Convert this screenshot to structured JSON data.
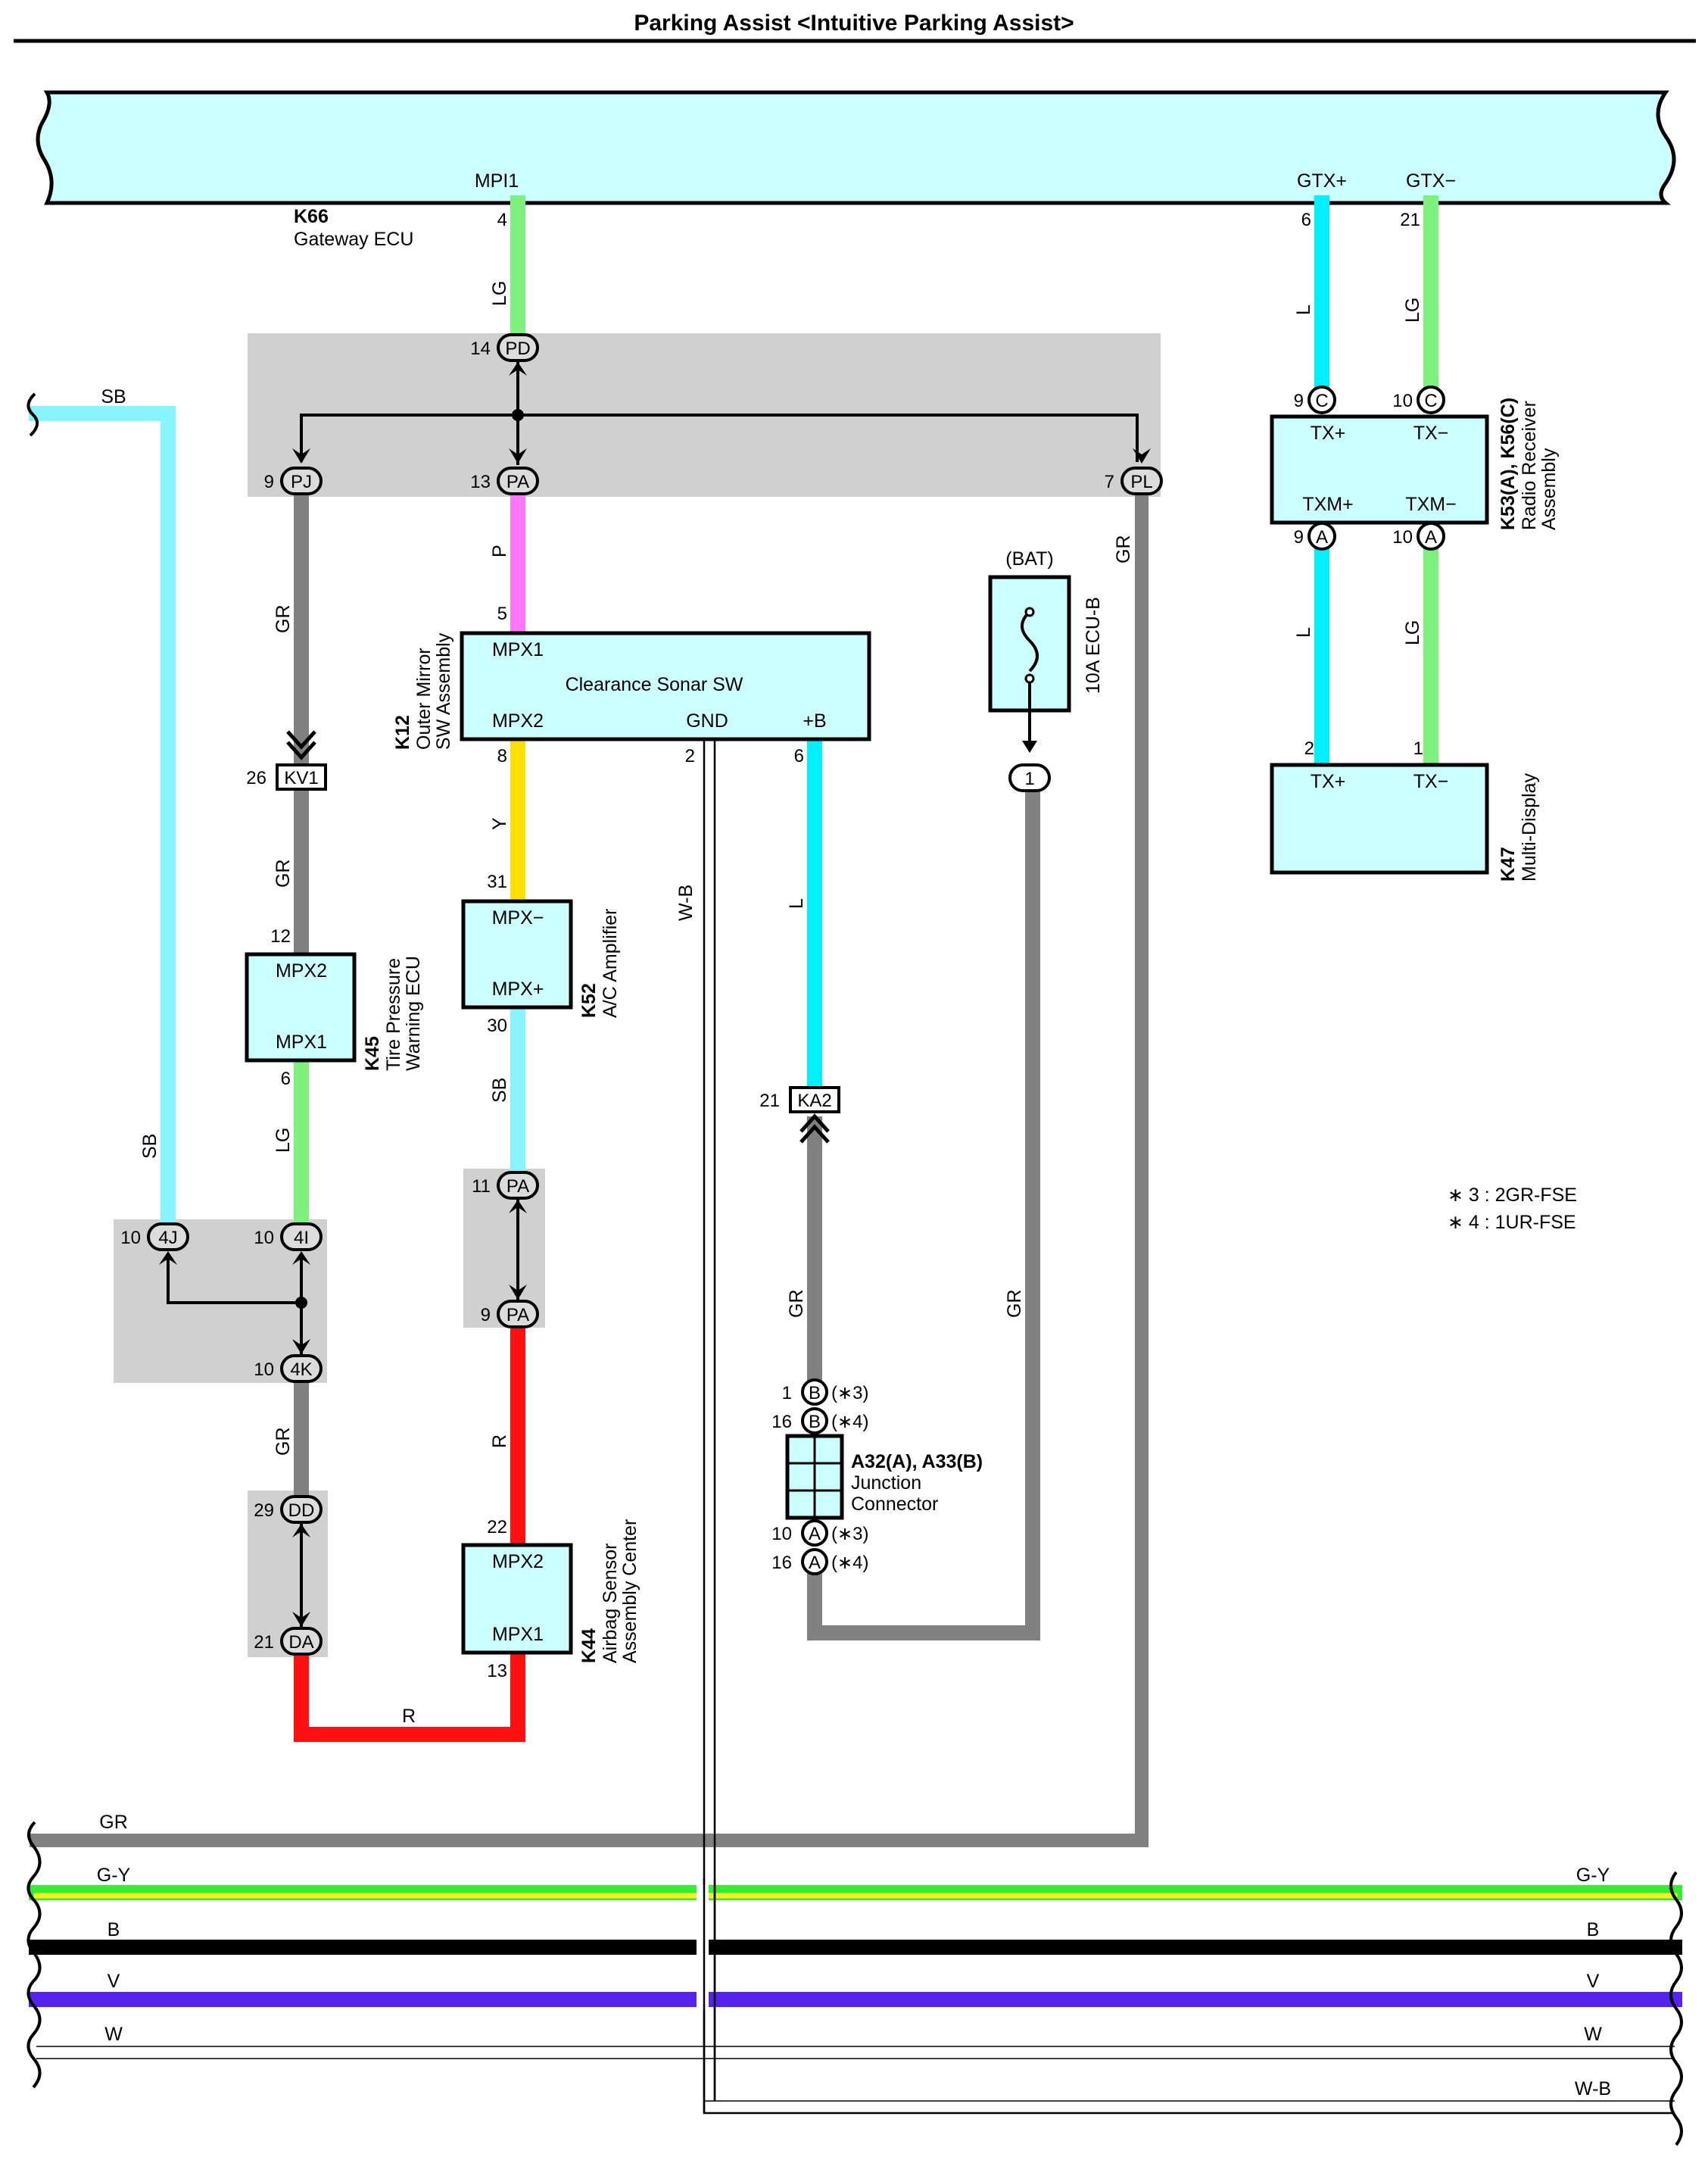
{
  "title": "Parking Assist <Intuitive Parking Assist>",
  "colors": {
    "LG": "#7ef07e",
    "L": "#00f0ff",
    "SB": "#88f4ff",
    "GR": "#808080",
    "P": "#ff77ff",
    "Y": "#ffe000",
    "R": "#ff1010",
    "G-Y_green": "#33ee33",
    "G-Y_yellow": "#f4f020",
    "B": "#000000",
    "V": "#5522ee",
    "W": "#ffffff",
    "component_fill": "#ccffff",
    "junction_fill": "#d0d0d0"
  },
  "components": {
    "gateway": {
      "code": "K66",
      "name": "Gateway ECU",
      "term_mpi1": "MPI1",
      "term_gtxp": "GTX+",
      "term_gtxm": "GTX−",
      "pin_mpi1": "4",
      "pin_gtxp": "6",
      "pin_gtxm": "21"
    },
    "radio": {
      "code": "K53(A), K56(C)",
      "name1": "Radio Receiver",
      "name2": "Assembly",
      "term_txp": "TX+",
      "term_txm": "TX−",
      "term_txmp": "TXM+",
      "term_txmm": "TXM−",
      "pin_txp": "9",
      "pin_txm": "10",
      "pin_txmp": "9",
      "pin_txmm": "10",
      "conn_c": "C",
      "conn_a": "A"
    },
    "multidisplay": {
      "code": "K47",
      "name": "Multi-Display",
      "term_txp": "TX+",
      "term_txm": "TX−",
      "pin_txp": "2",
      "pin_txm": "1"
    },
    "sonar": {
      "code": "K12",
      "name1": "Outer Mirror",
      "name2": "SW Assembly",
      "inner": "Clearance Sonar SW",
      "term_mpx1": "MPX1",
      "term_mpx2": "MPX2",
      "term_gnd": "GND",
      "term_b": "+B",
      "pin_mpx1": "5",
      "pin_mpx2": "8",
      "pin_gnd": "2",
      "pin_b": "6"
    },
    "ac": {
      "code": "K52",
      "name": "A/C Amplifier",
      "term_mpxm": "MPX−",
      "term_mpxp": "MPX+",
      "pin_mpxm": "31",
      "pin_mpxp": "30"
    },
    "tire": {
      "code": "K45",
      "name1": "Tire Pressure",
      "name2": "Warning ECU",
      "term_mpx2": "MPX2",
      "term_mpx1": "MPX1",
      "pin_mpx2": "12",
      "pin_mpx1": "6"
    },
    "airbag": {
      "code": "K44",
      "name1": "Airbag Sensor",
      "name2": "Assembly Center",
      "term_mpx2": "MPX2",
      "term_mpx1": "MPX1",
      "pin_mpx2": "22",
      "pin_mpx1": "13"
    },
    "fuse": {
      "source": "(BAT)",
      "name": "10A ECU-B",
      "pin": "1"
    },
    "junction_connector": {
      "code": "A32(A), A33(B)",
      "name1": "Junction",
      "name2": "Connector",
      "pins": [
        {
          "num": "1",
          "conn": "B",
          "note": "(∗3)"
        },
        {
          "num": "16",
          "conn": "B",
          "note": "(∗4)"
        },
        {
          "num": "10",
          "conn": "A",
          "note": "(∗3)"
        },
        {
          "num": "16",
          "conn": "A",
          "note": "(∗4)"
        }
      ]
    }
  },
  "junctions": {
    "pd": {
      "pin": "14",
      "name": "PD"
    },
    "pj": {
      "pin": "9",
      "name": "PJ"
    },
    "pa_top": {
      "pin": "13",
      "name": "PA"
    },
    "pl": {
      "pin": "7",
      "name": "PL"
    },
    "kv1": {
      "pin": "26",
      "name": "KV1"
    },
    "ka2": {
      "pin": "21",
      "name": "KA2"
    },
    "pa_mid1": {
      "pin": "11",
      "name": "PA"
    },
    "pa_mid2": {
      "pin": "9",
      "name": "PA"
    },
    "j4j": {
      "pin": "10",
      "name": "4J"
    },
    "j4i": {
      "pin": "10",
      "name": "4I"
    },
    "j4k": {
      "pin": "10",
      "name": "4K"
    },
    "dd": {
      "pin": "29",
      "name": "DD"
    },
    "da": {
      "pin": "21",
      "name": "DA"
    }
  },
  "wire_labels": {
    "lg_mpi1": "LG",
    "l_gtx": "L",
    "lg_gtx": "LG",
    "l_txm": "L",
    "lg_txm": "LG",
    "sb_left_top": "SB",
    "sb_left_vert": "SB",
    "gr_pj": "GR",
    "gr_kv1": "GR",
    "lg_tire": "LG",
    "gr_4k": "GR",
    "r_bottom": "R",
    "p_sonar": "P",
    "y_sonar": "Y",
    "sb_ac": "SB",
    "r_airbag": "R",
    "wb_gnd": "W-B",
    "l_b": "L",
    "gr_ka2": "GR",
    "gr_fuse": "GR",
    "gr_pl": "GR"
  },
  "bus_labels": {
    "gr": "GR",
    "gy_left": "G-Y",
    "gy_right": "G-Y",
    "b_left": "B",
    "b_right": "B",
    "v_left": "V",
    "v_right": "V",
    "w_left": "W",
    "w_right": "W",
    "wb_right": "W-B"
  },
  "notes": [
    "∗ 3 : 2GR-FSE",
    "∗ 4 : 1UR-FSE"
  ]
}
